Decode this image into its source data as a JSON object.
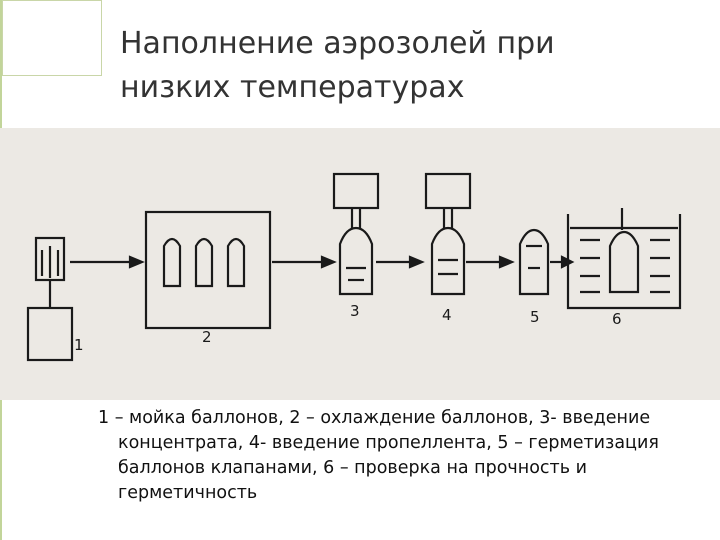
{
  "slide": {
    "title": "Наполнение аэрозолей при\nнизких температурах",
    "caption": "1 – мойка баллонов, 2 – охлаждение баллонов, 3- введение концентрата, 4- введение пропеллента, 5 – герметизация баллонов клапанами, 6 – проверка на прочность и герметичность",
    "accent_color": "#8fb35a"
  },
  "figure": {
    "stage_labels": [
      "1",
      "2",
      "3",
      "4",
      "5",
      "6"
    ]
  }
}
